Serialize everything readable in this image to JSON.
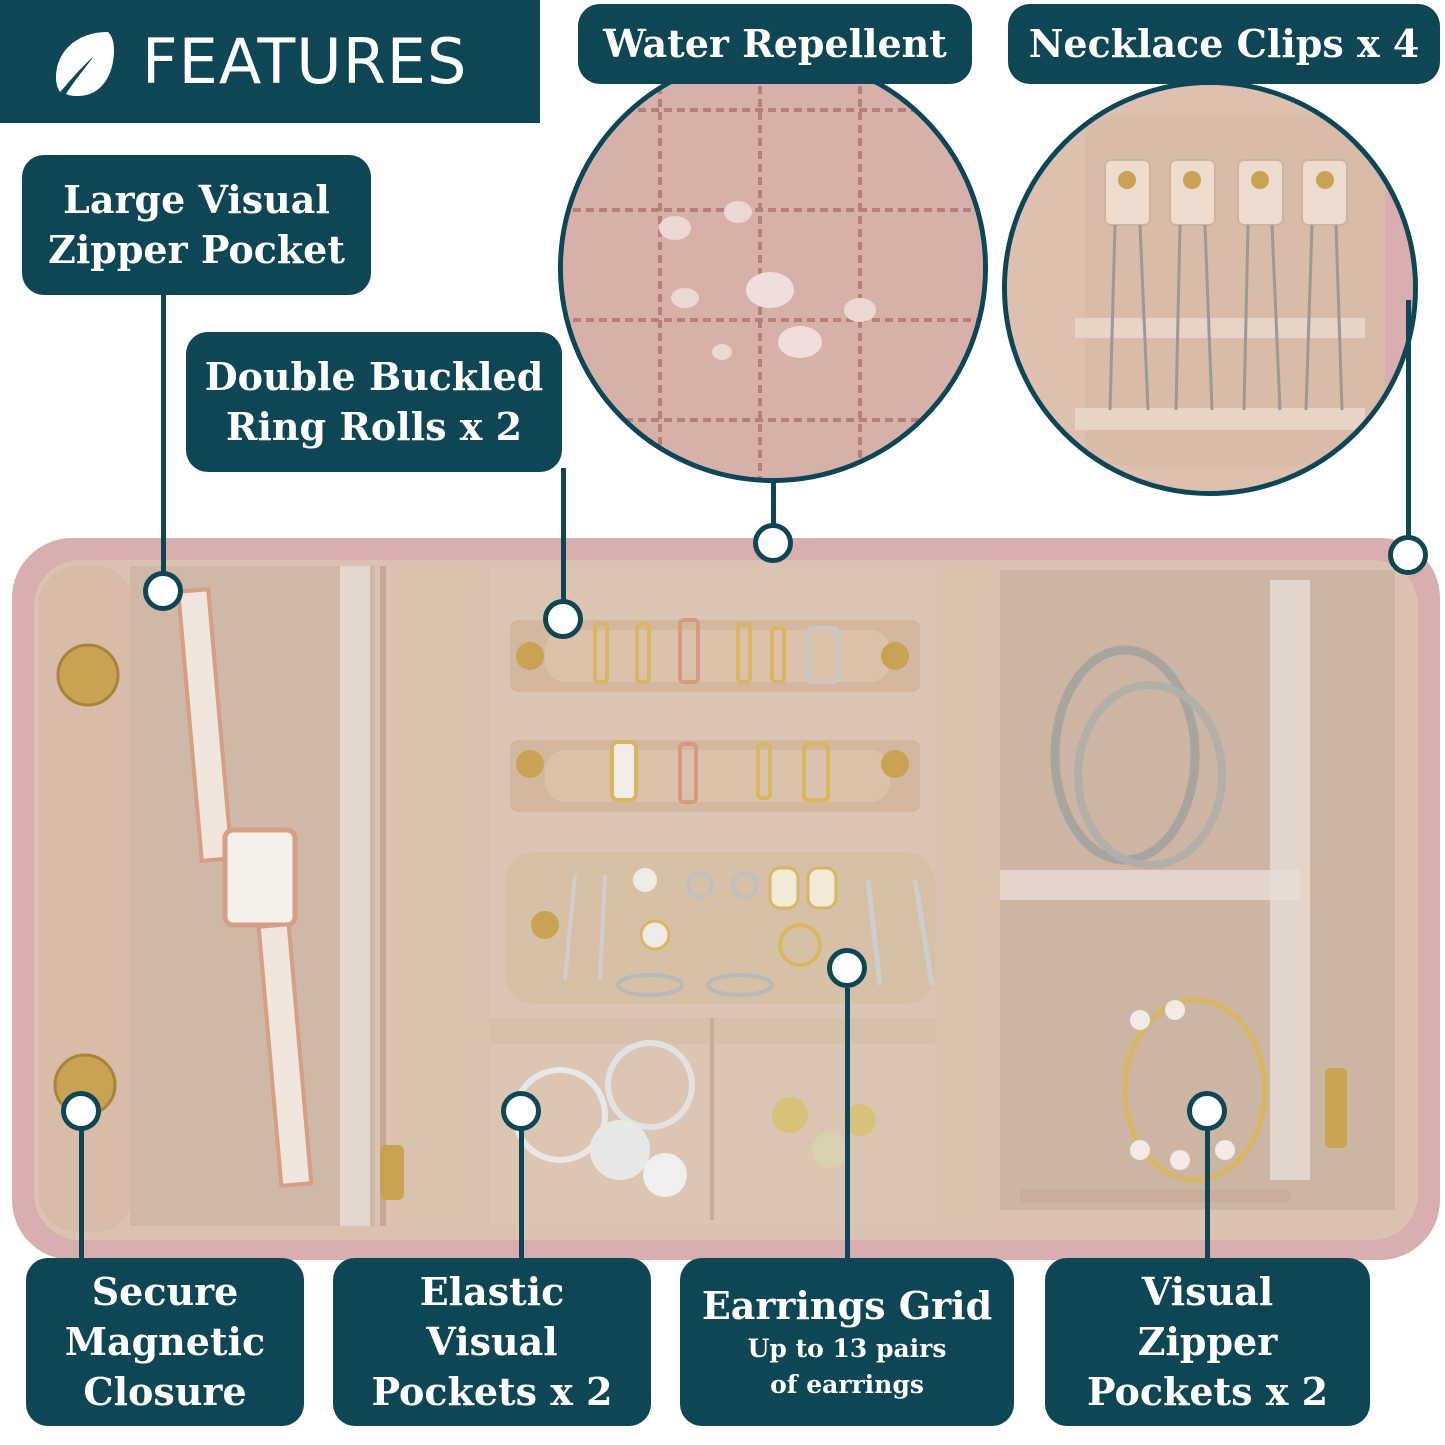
{
  "header": {
    "title": "FEATURES",
    "icon": "leaf-icon"
  },
  "labels": {
    "water": [
      "Water Repellent"
    ],
    "necklace": [
      "Necklace Clips x 4"
    ],
    "zipper_pocket": [
      "Large Visual",
      "Zipper Pocket"
    ],
    "ring_rolls": [
      "Double Buckled",
      "Ring Rolls x 2"
    ],
    "magnetic": [
      "Secure",
      "Magnetic",
      "Closure"
    ],
    "elastic": [
      "Elastic",
      "Visual",
      "Pockets x 2"
    ],
    "earrings": {
      "title": "Earrings Grid",
      "sub": [
        "Up to 13 pairs",
        "of earrings"
      ]
    },
    "visual_zipper": [
      "Visual",
      "Zipper",
      "Pockets x 2"
    ]
  },
  "colors": {
    "teal": "#0f4655",
    "pink_trim": "#d9aeae",
    "beige": "#d9c2ae",
    "panel": "#e3cdbd",
    "gold": "#c9a254"
  }
}
